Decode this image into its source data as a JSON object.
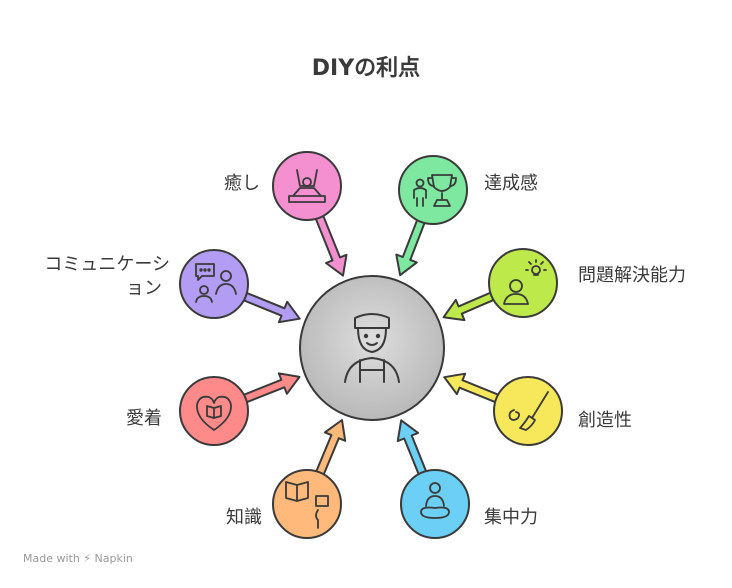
{
  "title": "DIYの利点",
  "center": {
    "icon": "diy-worker-icon",
    "color": "#bdbdbd"
  },
  "nodes": [
    {
      "key": "iyashi",
      "label": "癒し",
      "color": "#f48fd0",
      "icon": "relaxation-icon"
    },
    {
      "key": "tassei",
      "label": "達成感",
      "color": "#7ee8a0",
      "icon": "trophy-icon"
    },
    {
      "key": "mondai",
      "label": "問題解決能力",
      "color": "#bdea4a",
      "icon": "idea-person-icon"
    },
    {
      "key": "sozo",
      "label": "創造性",
      "color": "#f7e75a",
      "icon": "paintbrush-icon"
    },
    {
      "key": "shuchu",
      "label": "集中力",
      "color": "#6ccff6",
      "icon": "meditation-icon"
    },
    {
      "key": "chishiki",
      "label": "知識",
      "color": "#ffb97a",
      "icon": "book-head-icon"
    },
    {
      "key": "aichaku",
      "label": "愛着",
      "color": "#ff8a8a",
      "icon": "heart-icon"
    },
    {
      "key": "communication",
      "label_line1": "コミュニケーシ",
      "label_line2": "ョン",
      "color": "#b29cf4",
      "icon": "chat-people-icon"
    }
  ],
  "footer": "Made with ⚡ Napkin"
}
